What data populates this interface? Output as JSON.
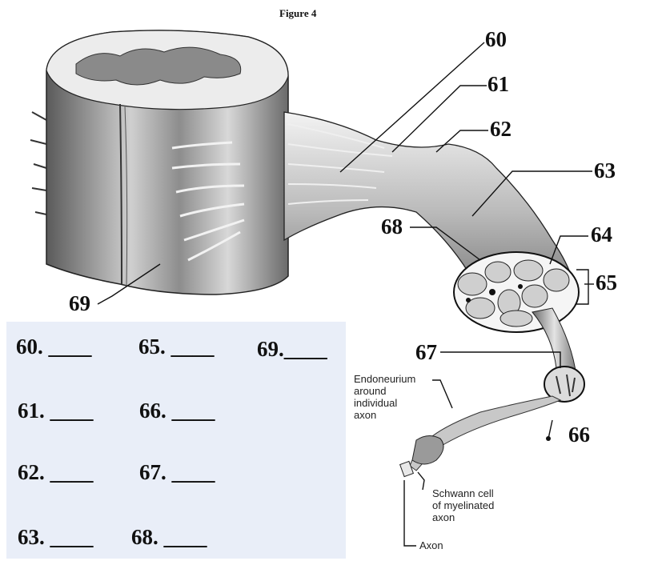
{
  "figure_title": "Figure 4",
  "callouts": {
    "n60": "60",
    "n61": "61",
    "n62": "62",
    "n63": "63",
    "n64": "64",
    "n65": "65",
    "n66": "66",
    "n67": "67",
    "n68": "68",
    "n69": "69"
  },
  "labels": {
    "endoneurium": [
      "Endoneurium",
      "around",
      "individual",
      "axon"
    ],
    "schwann": [
      "Schwann cell",
      "of myelinated",
      "axon"
    ],
    "axon": "Axon"
  },
  "blanks": [
    "60. ____",
    "65. ____",
    "69.____",
    "61. ____",
    "66. ____",
    "62. ____",
    "67. ____",
    "63. ____",
    "68. ____"
  ],
  "colors": {
    "panel": "#e9eef8",
    "ink": "#111111",
    "tissue_dark": "#3a3a3a",
    "tissue_light": "#d9d9d9"
  }
}
